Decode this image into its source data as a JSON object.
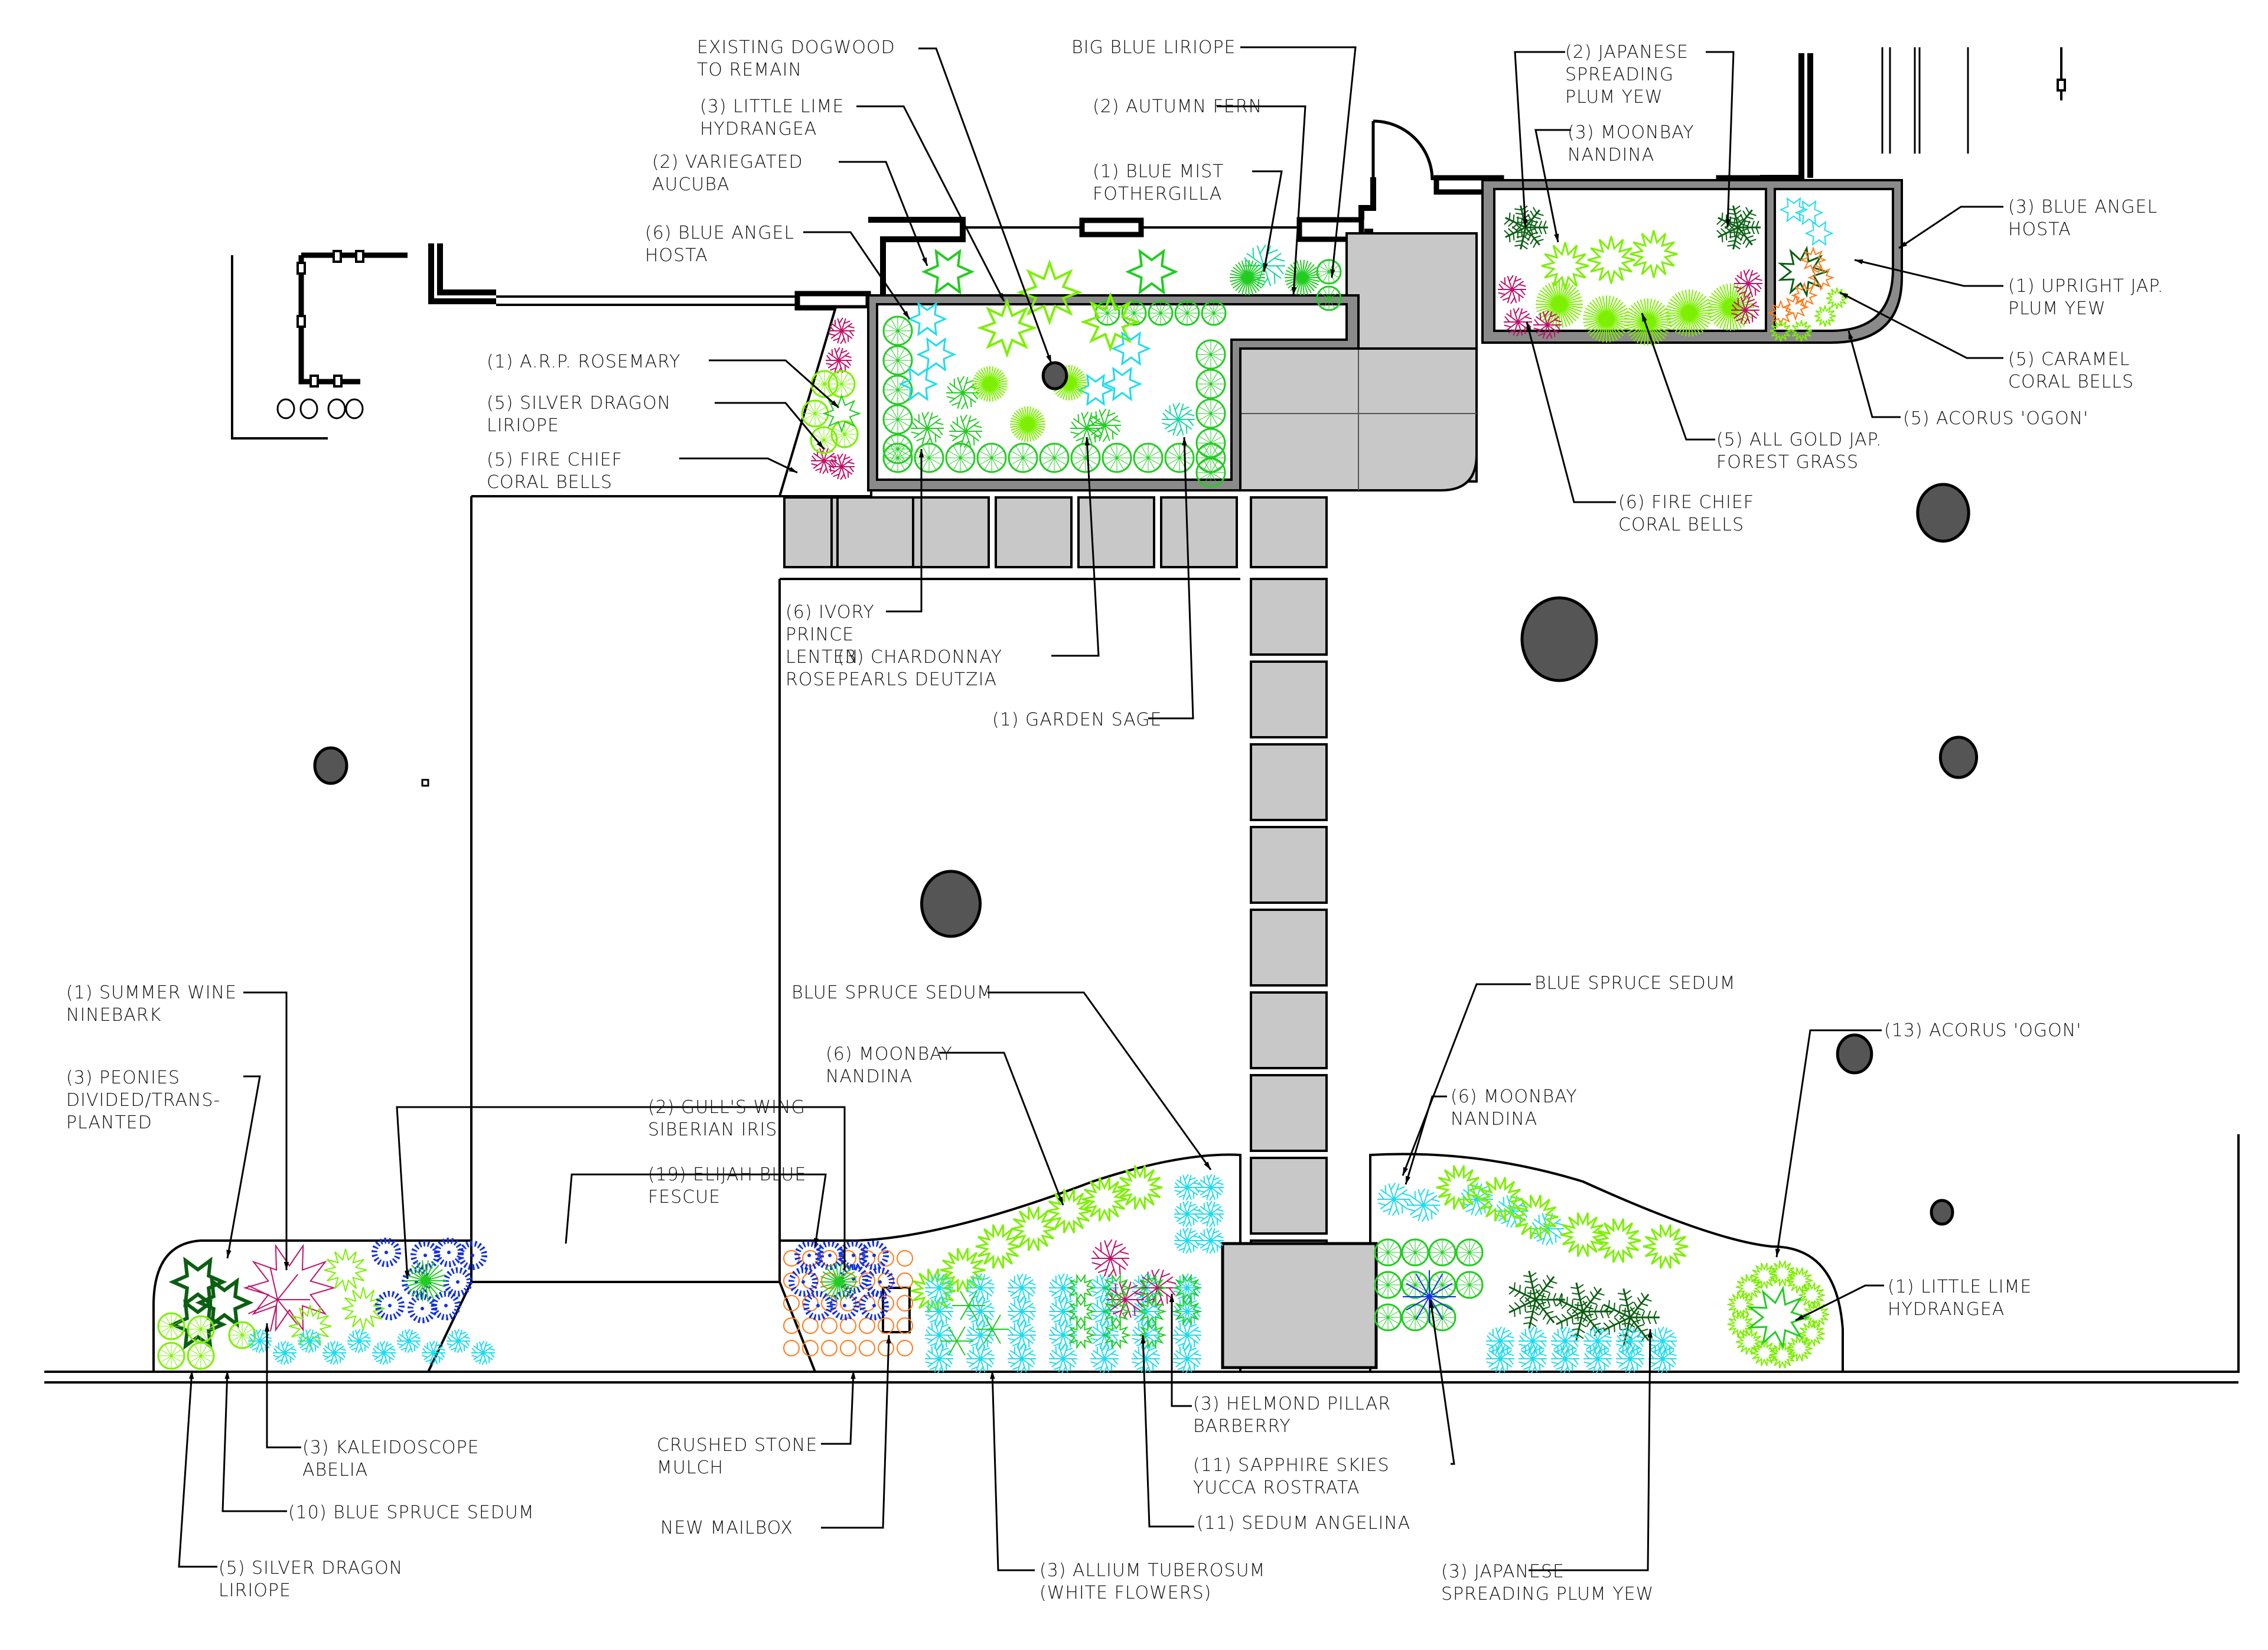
{
  "title": "Landscape planting plan",
  "colors": {
    "line": "#000000",
    "paver": "#c8c8c8",
    "wall": "#8a8a8a",
    "boulder": "#555555",
    "lime": "#7cf000",
    "green": "#22cc22",
    "dark_green": "#0b5e12",
    "cyan": "#1fdcec",
    "blue": "#1030e0",
    "magenta": "#c0106a",
    "orange": "#ff7a1a",
    "seafoam": "#18d8a0"
  },
  "labels": {
    "existing_dogwood": [
      "EXISTING DOGWOOD",
      "TO REMAIN"
    ],
    "little_lime_top": [
      "(3) LITTLE LIME",
      "HYDRANGEA"
    ],
    "variegated_aucuba": [
      "(2) VARIEGATED",
      "AUCUBA"
    ],
    "blue_angel_hosta_6": [
      "(6) BLUE ANGEL",
      "HOSTA"
    ],
    "arp_rosemary": [
      "(1) A.R.P. ROSEMARY"
    ],
    "silver_dragon_5_top": [
      "(5) SILVER DRAGON",
      "LIRIOPE"
    ],
    "fire_chief_5": [
      "(5) FIRE CHIEF",
      "CORAL BELLS"
    ],
    "big_blue_liriope": [
      "BIG BLUE LIRIOPE"
    ],
    "autumn_fern": [
      "(2) AUTUMN FERN"
    ],
    "blue_mist": [
      "(1) BLUE MIST",
      "FOTHERGILLA"
    ],
    "ivory_prince": [
      "(6) IVORY",
      "PRINCE",
      "LENTEN",
      "ROSE"
    ],
    "chardonnay": [
      "(3) CHARDONNAY",
      "PEARLS DEUTZIA"
    ],
    "garden_sage": [
      "(1) GARDEN SAGE"
    ],
    "jap_plum_yew_2": [
      "(2) JAPANESE",
      "SPREADING",
      "PLUM YEW"
    ],
    "moonbay_3": [
      "(3) MOONBAY",
      "NANDINA"
    ],
    "blue_angel_hosta_3": [
      "(3) BLUE ANGEL",
      "HOSTA"
    ],
    "upright_plum_yew": [
      "(1) UPRIGHT JAP.",
      "PLUM YEW"
    ],
    "caramel_coral": [
      "(5) CARAMEL",
      "CORAL BELLS"
    ],
    "acorus_5": [
      "(5) ACORUS 'OGON'"
    ],
    "all_gold": [
      "(5) ALL GOLD JAP.",
      "FOREST GRASS"
    ],
    "fire_chief_6": [
      "(6) FIRE CHIEF",
      "CORAL BELLS"
    ],
    "summer_wine": [
      "(1) SUMMER WINE",
      "NINEBARK"
    ],
    "peonies": [
      "(3) PEONIES",
      "DIVIDED/TRANS-",
      "PLANTED"
    ],
    "gulls_wing": [
      "(2) GULL'S WING",
      "SIBERIAN IRIS"
    ],
    "elijah_blue": [
      "(19) ELIJAH BLUE",
      "FESCUE"
    ],
    "kaleidoscope": [
      "(3) KALEIDOSCOPE",
      "ABELIA"
    ],
    "blue_spruce_10": [
      "(10) BLUE SPRUCE SEDUM"
    ],
    "silver_dragon_5_bottom": [
      "(5) SILVER DRAGON",
      "LIRIOPE"
    ],
    "crushed_stone": [
      "CRUSHED STONE",
      "MULCH"
    ],
    "new_mailbox": [
      "NEW MAILBOX"
    ],
    "allium": [
      "(3) ALLIUM TUBEROSUM",
      "(WHITE FLOWERS)"
    ],
    "blue_spruce_left": [
      "BLUE SPRUCE SEDUM"
    ],
    "moonbay_6_left": [
      "(6) MOONBAY",
      "NANDINA"
    ],
    "helmond": [
      "(3) HELMOND PILLAR",
      "BARBERRY"
    ],
    "sapphire": [
      "(11) SAPPHIRE SKIES",
      "YUCCA ROSTRATA"
    ],
    "sedum_angelina": [
      "(11) SEDUM ANGELINA"
    ],
    "blue_spruce_right": [
      "BLUE SPRUCE SEDUM"
    ],
    "moonbay_6_right": [
      "(6) MOONBAY",
      "NANDINA"
    ],
    "acorus_13": [
      "(13) ACORUS 'OGON'"
    ],
    "little_lime_1": [
      "(1) LITTLE LIME",
      "HYDRANGEA"
    ],
    "jap_plum_yew_3": [
      "(3) JAPANESE",
      "SPREADING PLUM YEW"
    ]
  }
}
